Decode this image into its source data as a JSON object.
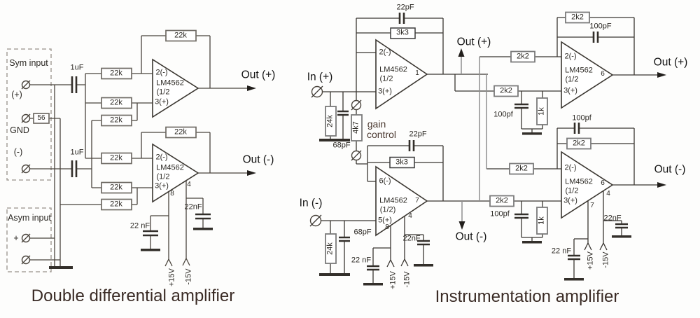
{
  "captions": {
    "left": "Double differential amplifier",
    "right": "Instrumentation amplifier"
  },
  "left": {
    "sym_input": "Sym input",
    "input_plus": "(+)",
    "gnd": "GND",
    "input_minus": "(-)",
    "asym_input": "Asym input",
    "asym_plus": "+",
    "r_gnd": "56",
    "out_plus": "Out (+)",
    "out_minus": "Out (-)"
  },
  "right": {
    "in_plus": "In (+)",
    "in_minus": "In (-)",
    "gain_line1": "gain",
    "gain_line2": "control",
    "out_plus": "Out (+)",
    "out_minus": "Out (-)"
  },
  "opamp": {
    "part": "LM4562",
    "half": "(1/2",
    "half_closed": "(1/2)",
    "pin_2inv": "2(-)",
    "pin_3nin": "3(+)",
    "pin_6inv": "6(-)",
    "pin_5nin": "5(+)"
  },
  "pins": {
    "p1": "1",
    "p4": "4",
    "p6": "6",
    "p7": "7",
    "p8": "8"
  },
  "values": {
    "r22k": "22k",
    "r2k2": "2k2",
    "r3k3": "3k3",
    "r24k": "24k",
    "r4k7": "4k7",
    "r1k": "1k",
    "c1uf": "1uF",
    "c22pf": "22pF",
    "c22nf": "22nF",
    "c22nf_spaced": "22 nF",
    "c68pf": "68pF",
    "c100pf": "100pf",
    "c100pf_uc": "100pF"
  },
  "supply": {
    "pos": "+15V",
    "neg": "-15V"
  },
  "colors": {
    "wire_left": "#4a443c",
    "wire_right": "#3a3631",
    "wire_gray": "#8f8f8f",
    "caption": "#3a2b25",
    "background": "#fdfdfc"
  }
}
